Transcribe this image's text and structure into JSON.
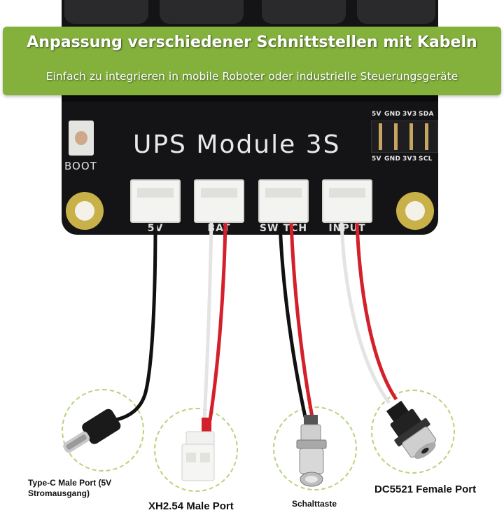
{
  "banner": {
    "title": "Anpassung verschiedener Schnittstellen mit Kabeln",
    "subtitle": "Einfach zu integrieren in mobile Roboter oder industrielle Steuerungsgeräte"
  },
  "board": {
    "title": "UPS Module 3S",
    "boot_label": "BOOT",
    "header_top_labels": [
      "5V",
      "GND",
      "3V3",
      "SDA"
    ],
    "header_bottom_labels": [
      "5V",
      "GND",
      "3V3",
      "SCL"
    ],
    "connector_labels": [
      "5V",
      "BAT",
      "SWITCH",
      "INPUT"
    ]
  },
  "captions": {
    "typec_line1": "Type-C Male Port (5V",
    "typec_line2": "Stromausgang)",
    "xh254": "XH2.54 Male Port",
    "switch": "Schalttaste",
    "dc5521": "DC5521 Female Port"
  },
  "colors": {
    "banner_green": "#83b13c",
    "pcb_black": "#141416",
    "circle_dash": "#b7d37a",
    "wire_red": "#d4202a",
    "wire_white": "#e4e4e4"
  }
}
